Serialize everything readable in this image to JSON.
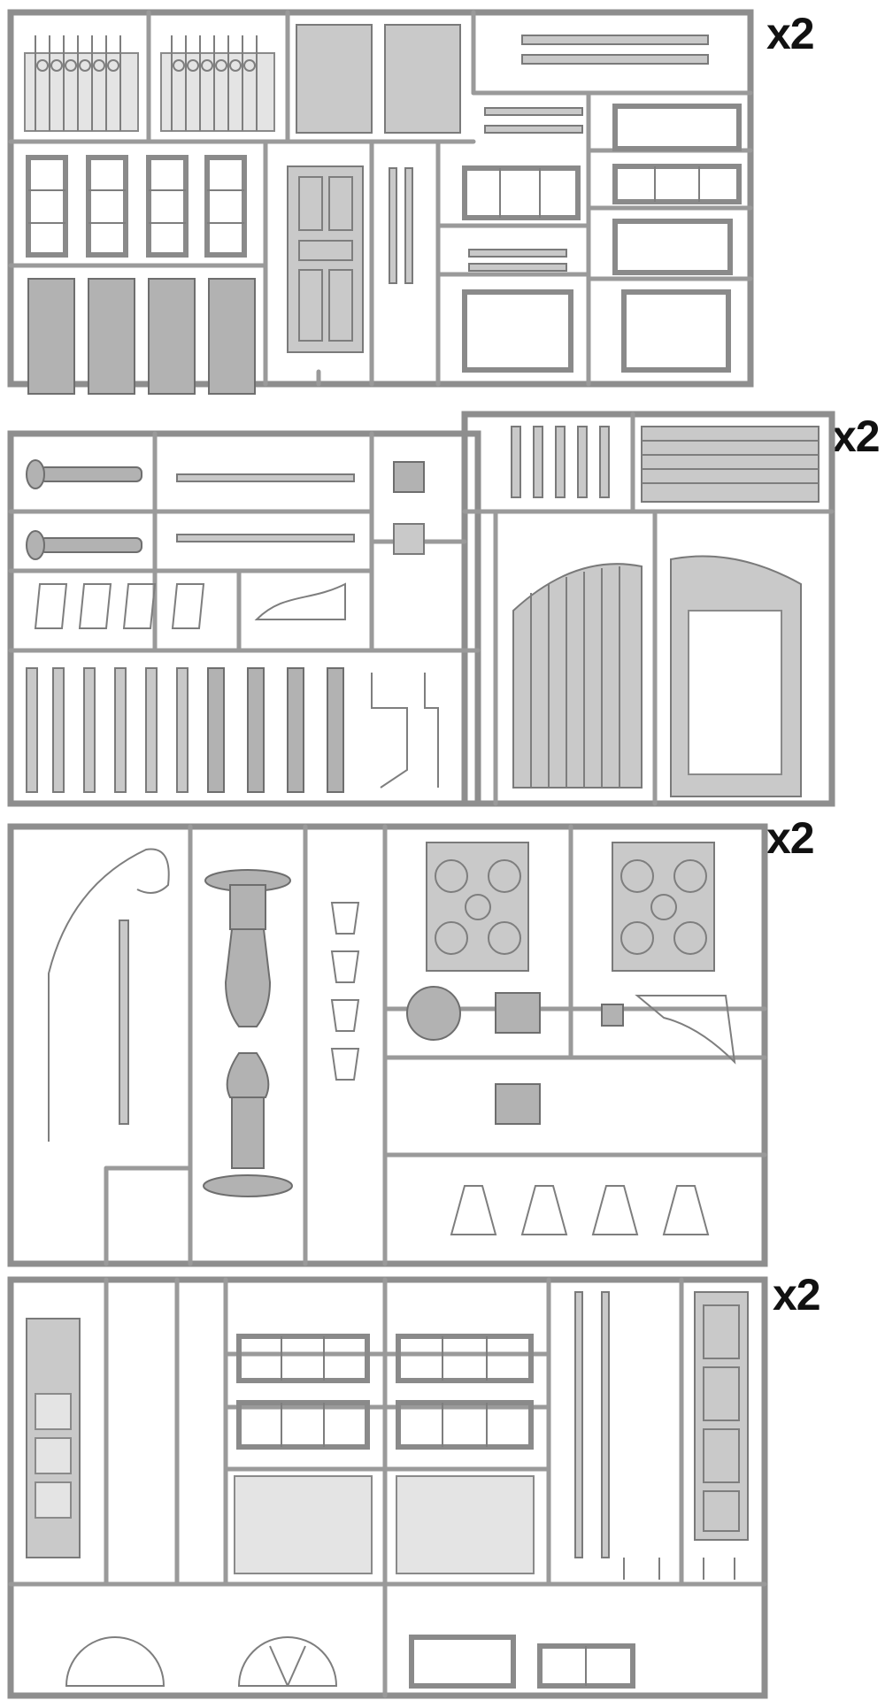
{
  "sprues": [
    {
      "quantity": "x2"
    },
    {
      "quantity": "x2"
    },
    {
      "quantity": "x2"
    },
    {
      "quantity": "x2"
    }
  ]
}
